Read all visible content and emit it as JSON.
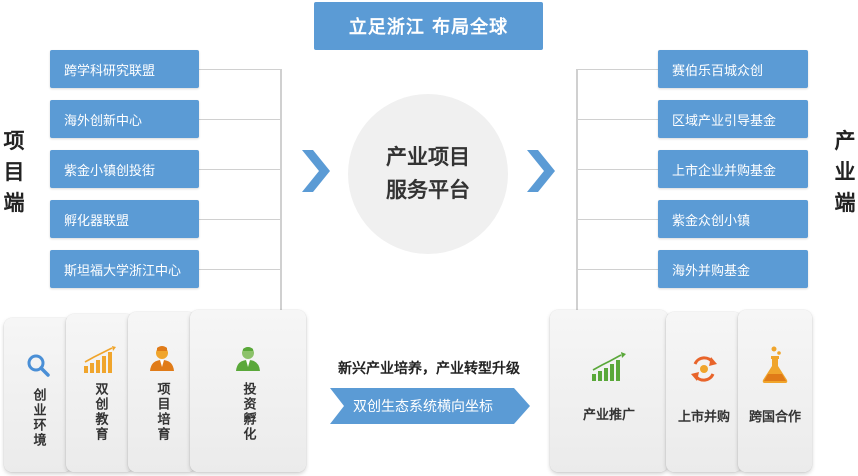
{
  "header": {
    "title": "立足浙江 布局全球"
  },
  "left": {
    "side_label": [
      "项",
      "目",
      "端"
    ],
    "items": [
      {
        "label": "跨学科研究联盟"
      },
      {
        "label": "海外创新中心"
      },
      {
        "label": "紫金小镇创投街"
      },
      {
        "label": "孵化器联盟"
      },
      {
        "label": "斯坦福大学浙江中心"
      }
    ],
    "cards": [
      {
        "label": "创业环境",
        "icon": "magnifier-icon"
      },
      {
        "label": "双创教育",
        "icon": "bar-chart-icon"
      },
      {
        "label": "项目培育",
        "icon": "person-icon"
      },
      {
        "label": "投资孵化",
        "icon": "investor-icon"
      }
    ]
  },
  "right": {
    "side_label": [
      "产",
      "业",
      "端"
    ],
    "items": [
      {
        "label": "赛伯乐百城众创"
      },
      {
        "label": "区域产业引导基金"
      },
      {
        "label": "上市企业并购基金"
      },
      {
        "label": "紫金众创小镇"
      },
      {
        "label": "海外并购基金"
      }
    ],
    "cards": [
      {
        "label": "产业推广",
        "icon": "growth-chart-icon"
      },
      {
        "label": "上市并购",
        "icon": "cycle-icon"
      },
      {
        "label": "跨国合作",
        "icon": "flask-icon"
      }
    ]
  },
  "center": {
    "line1": "产业项目",
    "line2": "服务平台"
  },
  "bottom": {
    "slogan": "新兴产业培养，产业转型升级",
    "arrow_label": "双创生态系统横向坐标"
  },
  "colors": {
    "primary": "#5b9bd5",
    "orange": "#f0a52c",
    "green": "#5aa83a",
    "icon_blue": "#4a8fd6"
  }
}
